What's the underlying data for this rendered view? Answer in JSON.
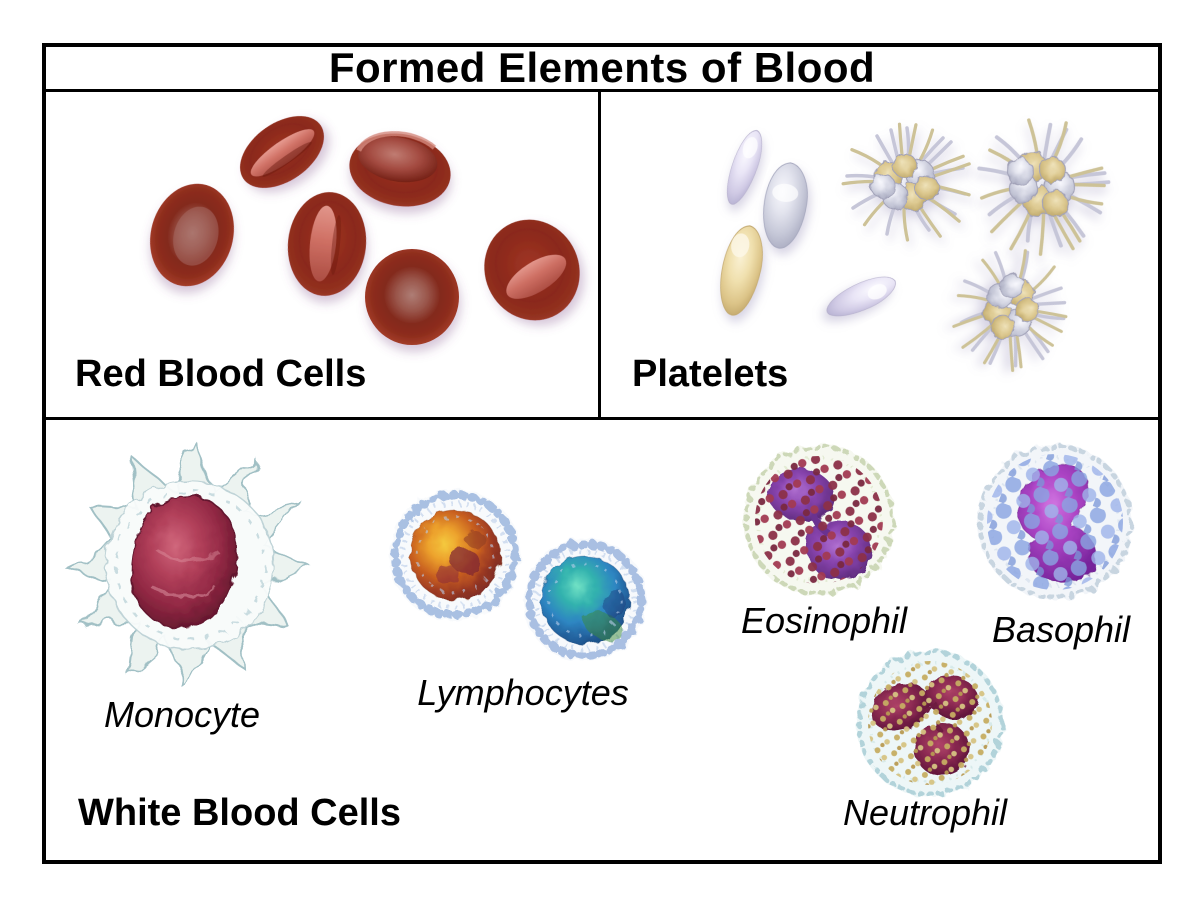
{
  "title": "Formed Elements of Blood",
  "panels": {
    "red_blood_cells": {
      "label": "Red Blood Cells"
    },
    "platelets": {
      "label": "Platelets"
    },
    "white_blood_cells": {
      "label": "White Blood Cells",
      "cells": {
        "monocyte": "Monocyte",
        "lymphocytes": "Lymphocytes",
        "eosinophil": "Eosinophil",
        "basophil": "Basophil",
        "neutrophil": "Neutrophil"
      }
    }
  },
  "colors": {
    "frame_border": "#000000",
    "background": "#ffffff",
    "rbc_dark_red": "#83291c",
    "rbc_rim_red": "#a84834",
    "rbc_fold_pink": "#e09a90",
    "platelet_silver": "#c6c8d8",
    "platelet_gold": "#dcc488",
    "monocyte_nucleus_crimson": "#8c1f3c",
    "lymphocyte_amber": "#e08a28",
    "lymphocyte_teal": "#2e86c2",
    "membrane_blue": "#9cb6de",
    "nucleus_purple": "#8844ae",
    "eosinophil_granule_red": "#8c3048",
    "basophil_granule_blue": "#8aa4e2",
    "neutrophil_granule_tan": "#c6ad62"
  }
}
